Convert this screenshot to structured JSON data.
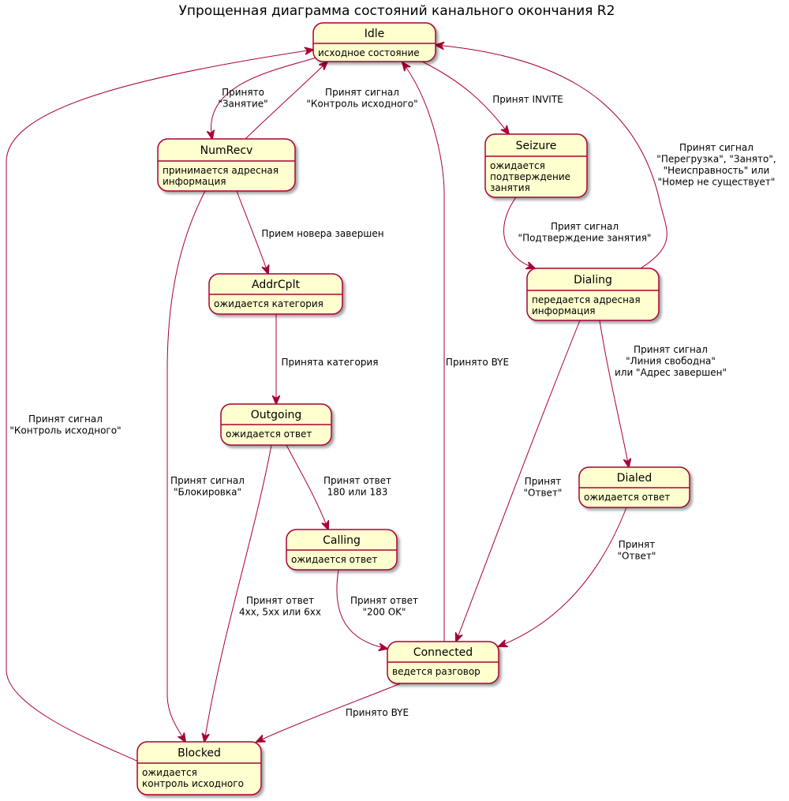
{
  "title": "Упрощенная диаграмма состояний канального окончания R2",
  "colors": {
    "state_fill": "#FEFECE",
    "state_stroke": "#A80036",
    "edge": "#A80036",
    "text": "#000000"
  },
  "states": {
    "idle": {
      "name": "Idle",
      "desc": [
        "исходное состояние"
      ]
    },
    "numrecv": {
      "name": "NumRecv",
      "desc": [
        "принимается адресная",
        "информация"
      ]
    },
    "seizure": {
      "name": "Seizure",
      "desc": [
        "ожидается",
        "подтверждение",
        "занятия"
      ]
    },
    "addrcplt": {
      "name": "AddrCplt",
      "desc": [
        "ожидается категория"
      ]
    },
    "dialing": {
      "name": "Dialing",
      "desc": [
        "передается адресная",
        "информация"
      ]
    },
    "outgoing": {
      "name": "Outgoing",
      "desc": [
        "ожидается ответ"
      ]
    },
    "dialed": {
      "name": "Dialed",
      "desc": [
        "ожидается ответ"
      ]
    },
    "calling": {
      "name": "Calling",
      "desc": [
        "ожидается ответ"
      ]
    },
    "connected": {
      "name": "Connected",
      "desc": [
        "ведется разговор"
      ]
    },
    "blocked": {
      "name": "Blocked",
      "desc": [
        "ожидается",
        "контроль исходного"
      ]
    }
  },
  "transitions": {
    "idle_numrecv": [
      "Принято",
      "\"Занятие\""
    ],
    "numrecv_idle": [
      "Принят сигнал",
      "\"Контроль исходного\""
    ],
    "idle_seizure": [
      "Принят INVITE"
    ],
    "dialing_idle": [
      "Принят сигнал",
      "\"Перегрузка\", \"Занято\",",
      "\"Неисправность\" или",
      "\"Номер не существует\""
    ],
    "seizure_dialing": [
      "Прият сигнал",
      "\"Подтверждение занятия\""
    ],
    "numrecv_addrcplt": [
      "Прием новера завершен"
    ],
    "addrcplt_outgoing": [
      "Принята категория"
    ],
    "connected_idle": [
      "Принято BYE"
    ],
    "blocked_idle": [
      "Принят сигнал",
      "\"Контроль исходного\""
    ],
    "numrecv_blocked": [
      "Принят сигнал",
      "\"Блокировка\""
    ],
    "dialing_dialed": [
      "Принят сигнал",
      "\"Линия свободна\"",
      "или \"Адрес завершен\""
    ],
    "dialing_connected": [
      "Принят",
      "\"Ответ\""
    ],
    "outgoing_calling": [
      "Принят ответ",
      "180 или 183"
    ],
    "outgoing_blocked": [
      "Принят ответ",
      "4xx, 5xx или 6xx"
    ],
    "dialed_connected": [
      "Принят",
      "\"Ответ\""
    ],
    "calling_connected": [
      "Принят ответ",
      "\"200 OK\""
    ],
    "connected_blocked": [
      "Принято BYE"
    ]
  }
}
